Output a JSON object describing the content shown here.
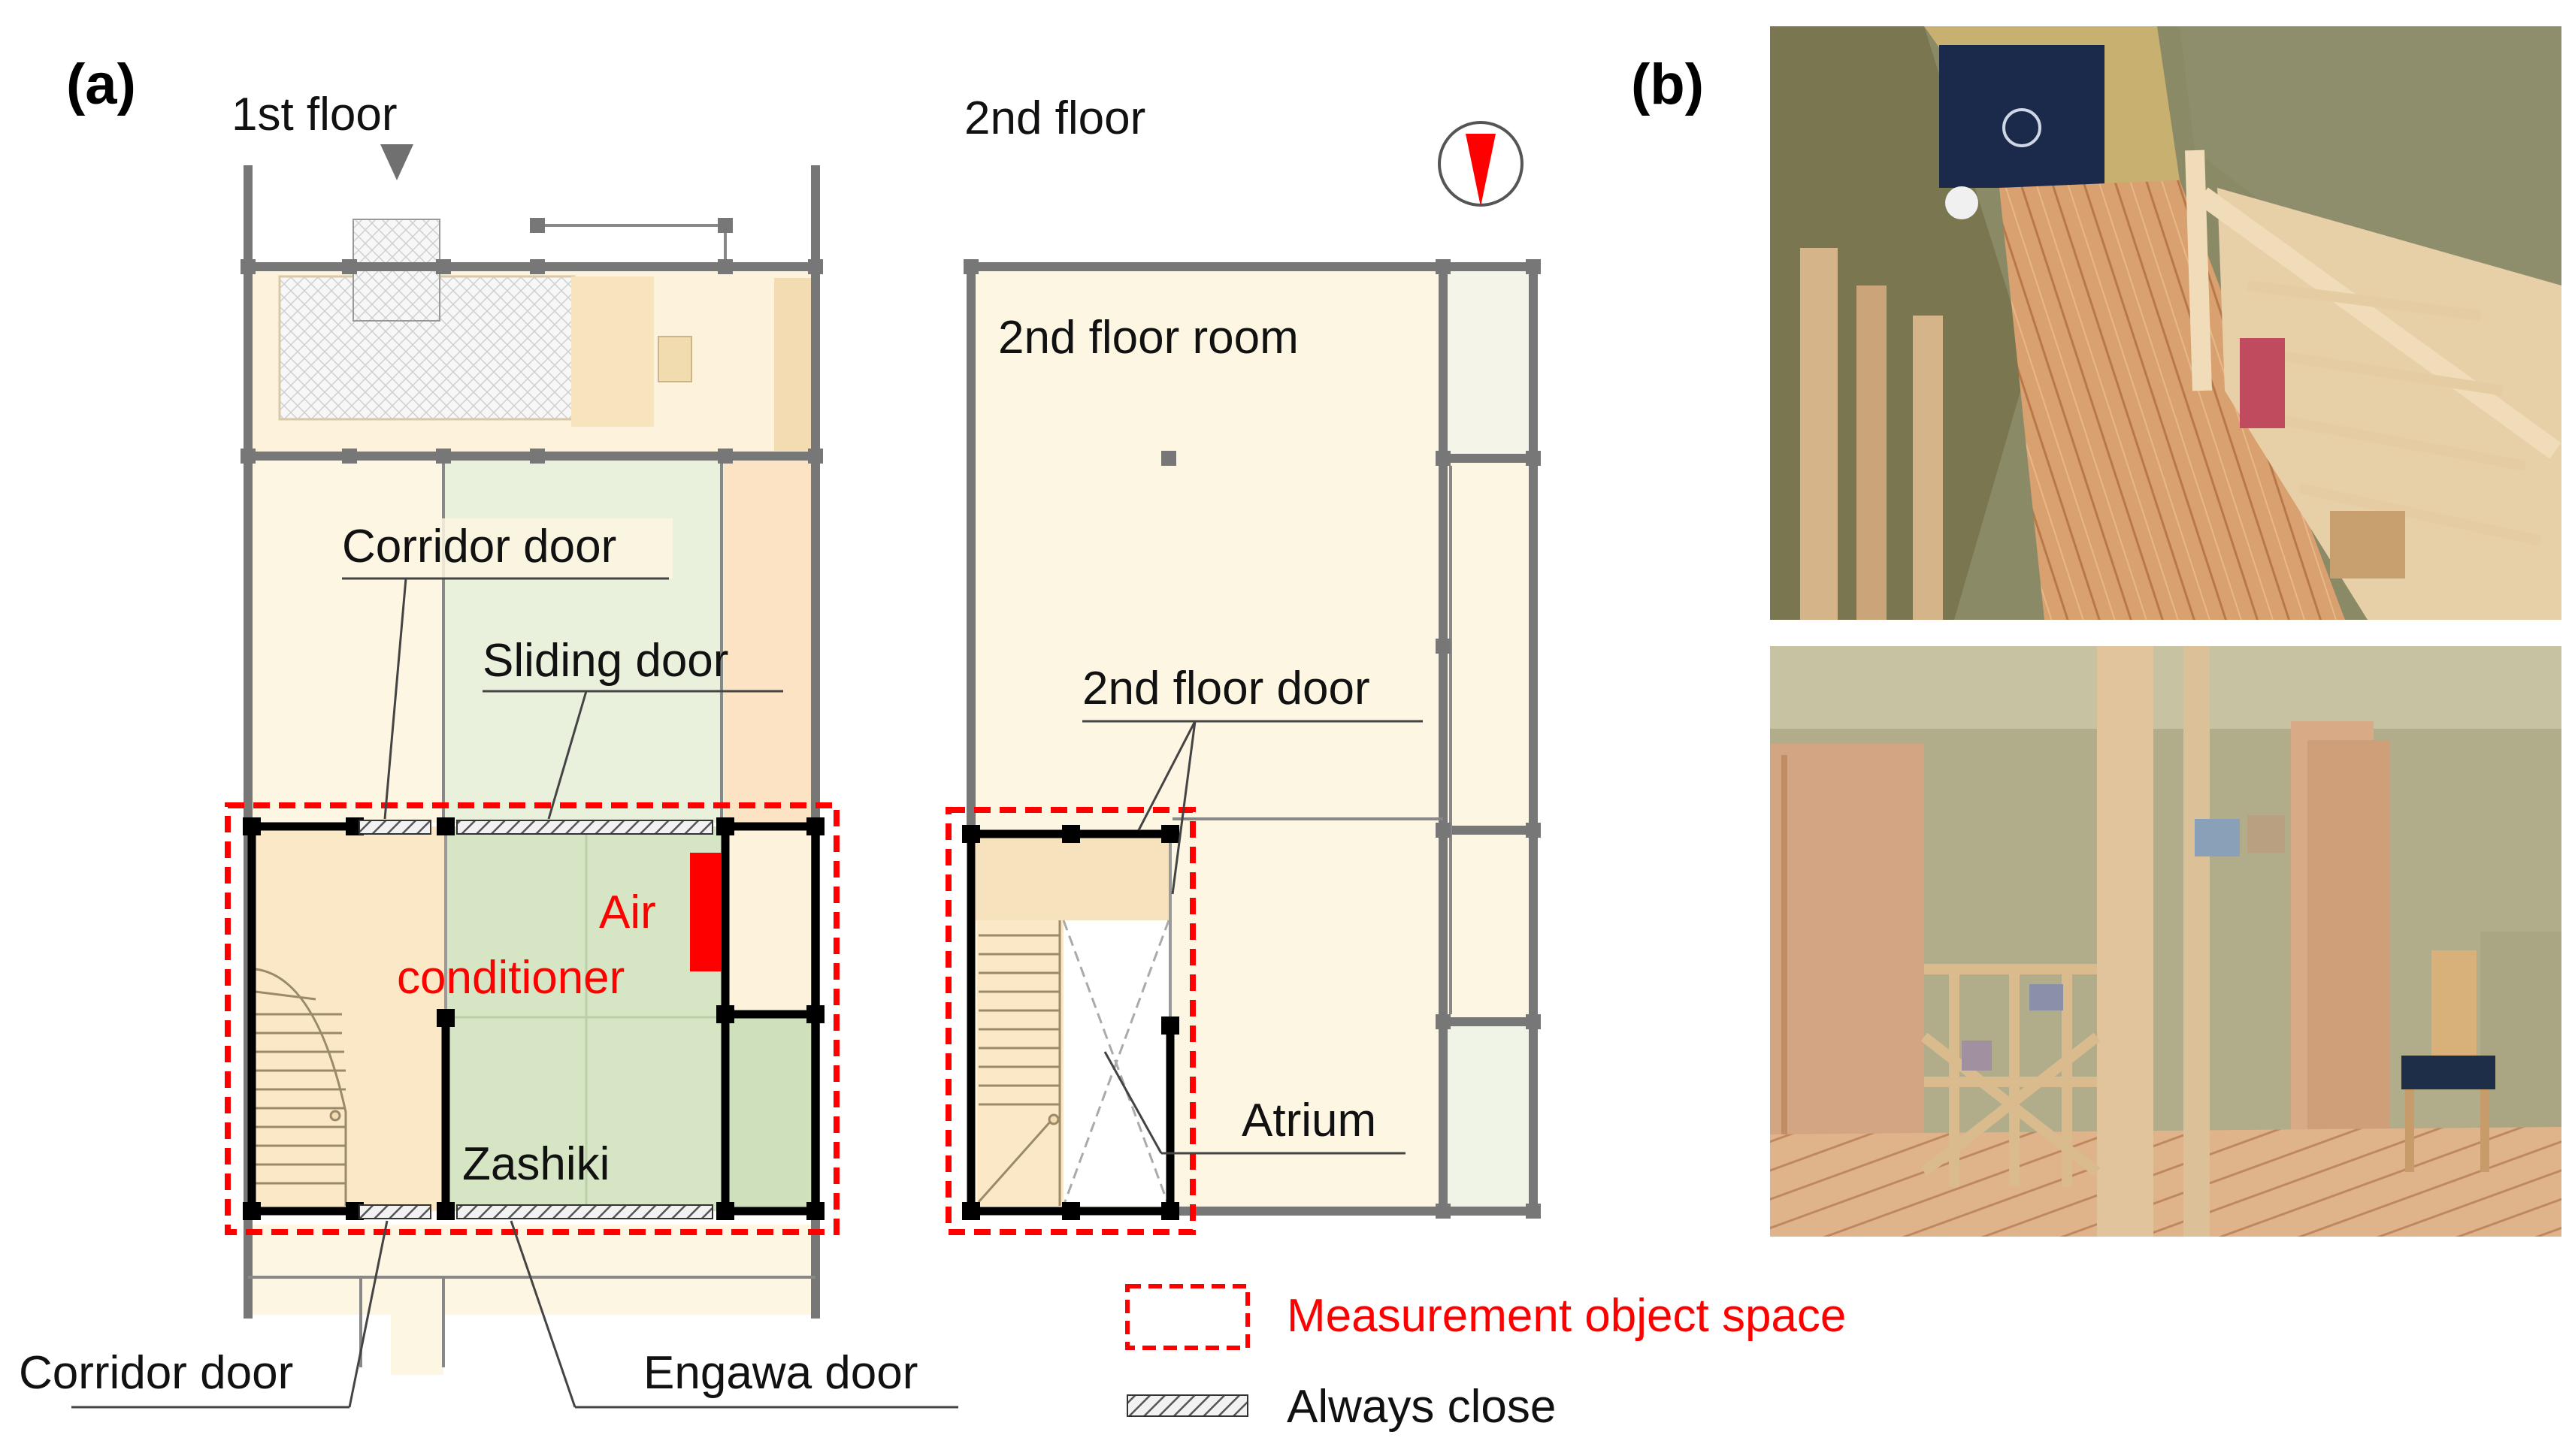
{
  "panels": {
    "a": "(a)",
    "b": "(b)"
  },
  "floors": {
    "first": "1st floor",
    "second": "2nd floor"
  },
  "rooms": {
    "second_floor_room": "2nd floor room",
    "zashiki": "Zashiki",
    "atrium": "Atrium"
  },
  "labels": {
    "corridor_door_top": "Corridor door",
    "sliding_door": "Sliding door",
    "second_floor_door": "2nd floor door",
    "air_conditioner_1": "Air",
    "air_conditioner_2": "conditioner",
    "corridor_door_bottom": "Corridor door",
    "engawa_door": "Engawa door"
  },
  "legend": {
    "measurement_space": "Measurement object space",
    "always_close": "Always close"
  },
  "colors": {
    "measurement": "#ff0000",
    "air_conditioner": "#ff0000",
    "zashiki_fill": "#d6e6c4",
    "corridor_fill": "#fbe8c6",
    "room_fill": "#fdf6e2"
  }
}
